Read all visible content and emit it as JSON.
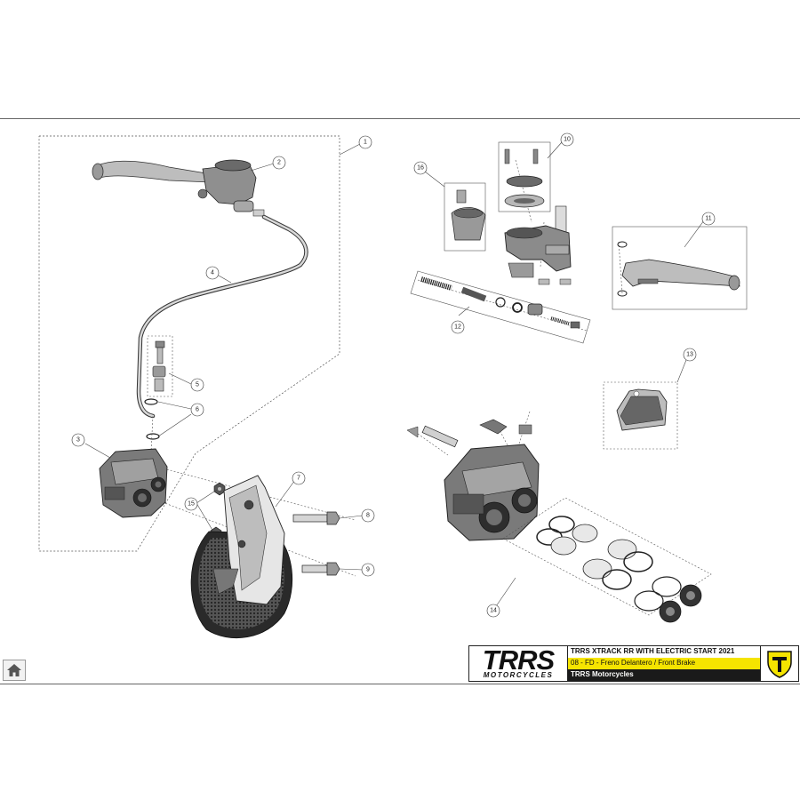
{
  "colors": {
    "accent": "#f5e400",
    "dark": "#1a1a1a",
    "line": "#444444"
  },
  "callouts": [
    {
      "id": "1",
      "label": "1"
    },
    {
      "id": "2",
      "label": "2"
    },
    {
      "id": "3",
      "label": "3"
    },
    {
      "id": "4",
      "label": "4"
    },
    {
      "id": "5",
      "label": "5"
    },
    {
      "id": "6",
      "label": "6"
    },
    {
      "id": "7",
      "label": "7"
    },
    {
      "id": "8",
      "label": "8"
    },
    {
      "id": "9",
      "label": "9"
    },
    {
      "id": "10",
      "label": "10"
    },
    {
      "id": "11",
      "label": "11"
    },
    {
      "id": "12",
      "label": "12"
    },
    {
      "id": "13",
      "label": "13"
    },
    {
      "id": "14",
      "label": "14"
    },
    {
      "id": "15",
      "label": "15"
    },
    {
      "id": "16",
      "label": "16"
    }
  ],
  "title_block": {
    "brand_letters": [
      "TR",
      "R",
      "S"
    ],
    "brand_sub": "MOTORCYCLES",
    "model": "TRRS XTRACK RR  WITH ELECTRIC START 2021",
    "section": "08 - FD - Freno Delantero / Front Brake",
    "company": "TRRS Motorcycles"
  },
  "nav": {
    "home_icon": "home-icon"
  }
}
